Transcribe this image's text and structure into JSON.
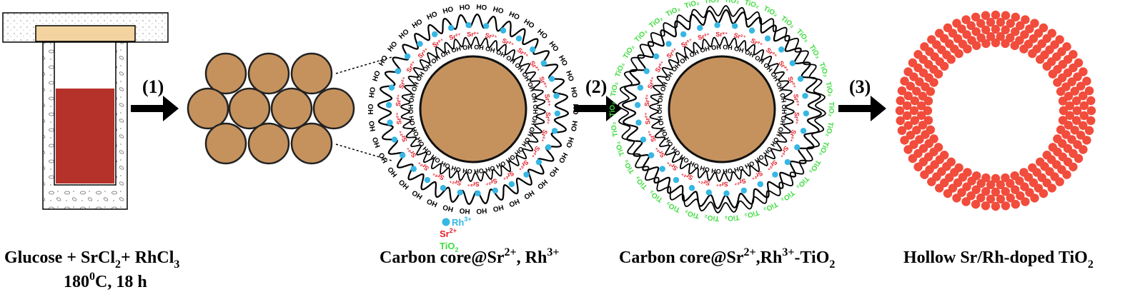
{
  "steps": {
    "step1": "(1)",
    "step2": "(2)",
    "step3": "(3)"
  },
  "captions": {
    "reactor": {
      "line1_a": "Glucose + SrCl",
      "line1_sub1": "2",
      "line1_b": "+ RhCl",
      "line1_sub2": "3",
      "line2_a": "180",
      "line2_sup": "0",
      "line2_b": "C, 18 h"
    },
    "core": {
      "a": "Carbon core@Sr",
      "sup1": "2+",
      "b": ", Rh",
      "sup2": "3+"
    },
    "coated": {
      "a": "Carbon core@Sr",
      "sup1": "2+",
      "b": ",Rh",
      "sup2": "3+",
      "c": "-TiO",
      "sub": "2"
    },
    "hollow": {
      "a": "Hollow Sr/Rh-doped TiO",
      "sub": "2"
    }
  },
  "legend": {
    "rh": "Rh",
    "rh_sup": "3+",
    "sr": "Sr",
    "sr_sup": "2+",
    "tio": "TiO",
    "tio_sub": "2"
  },
  "labels": {
    "oh": "OH",
    "ho": "HO",
    "sr_ion": "Sr²⁺",
    "tio2": "TiO₂"
  },
  "colors": {
    "carbon": "#c5925e",
    "rh": "#36b7e4",
    "sr": "#e41f2a",
    "tio2": "#3fdc3f",
    "hollow": "#f14c3c",
    "solution": "#b5322a",
    "lid": "#f3d4a0"
  }
}
